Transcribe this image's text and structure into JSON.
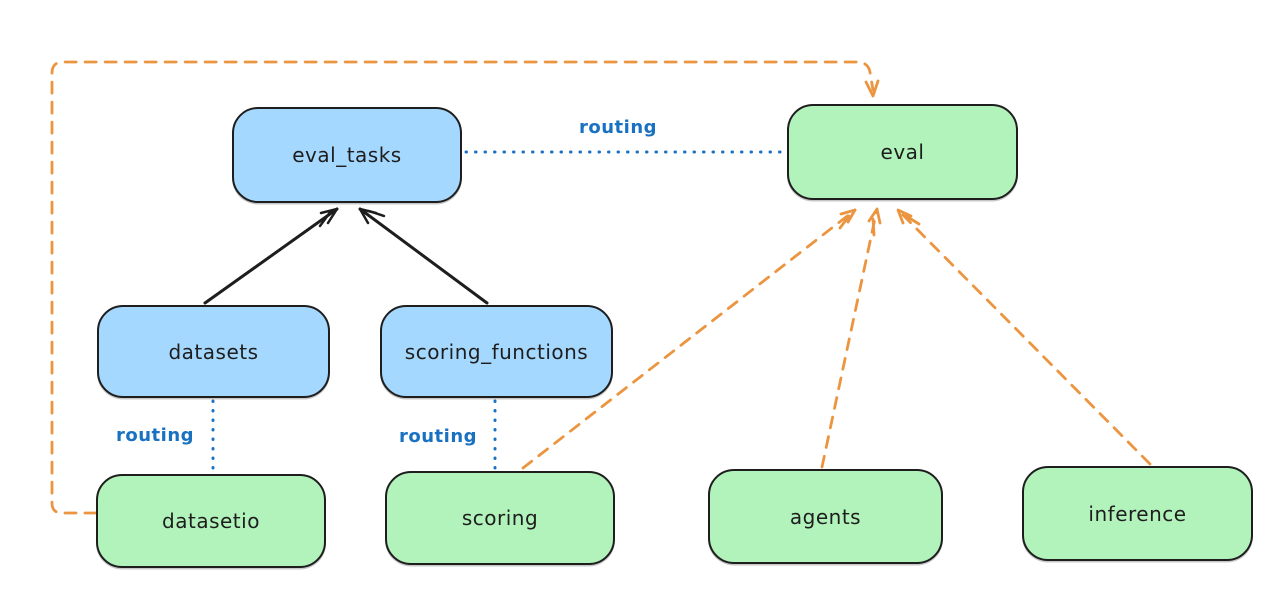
{
  "diagram": {
    "title_hint": "provider routing diagram",
    "colors": {
      "background": "#ffffff",
      "node_stroke": "#1e1e1e",
      "api_node_fill_blue": "#a5d8ff",
      "provider_node_fill_green": "#b2f2bb",
      "routing_link_blue": "#1971c2",
      "provider_arrow_orange": "#ec9540",
      "dependency_arrow_black": "#1e1e1e"
    },
    "nodes": {
      "eval_tasks": {
        "label": "eval_tasks",
        "fill": "#a5d8ff"
      },
      "eval": {
        "label": "eval",
        "fill": "#b2f2bb"
      },
      "datasets": {
        "label": "datasets",
        "fill": "#a5d8ff"
      },
      "scoring_functions": {
        "label": "scoring_functions",
        "fill": "#a5d8ff"
      },
      "datasetio": {
        "label": "datasetio",
        "fill": "#b2f2bb"
      },
      "scoring": {
        "label": "scoring",
        "fill": "#b2f2bb"
      },
      "agents": {
        "label": "agents",
        "fill": "#b2f2bb"
      },
      "inference": {
        "label": "inference",
        "fill": "#b2f2bb"
      }
    },
    "edge_labels": {
      "eval_tasks_eval": "routing",
      "datasets_datasetio": "routing",
      "scoring_functions_scoring": "routing"
    },
    "edges": [
      {
        "from": "datasets",
        "to": "eval_tasks",
        "style": "solid",
        "color": "#1e1e1e",
        "arrow": true,
        "label": ""
      },
      {
        "from": "scoring_functions",
        "to": "eval_tasks",
        "style": "solid",
        "color": "#1e1e1e",
        "arrow": true,
        "label": ""
      },
      {
        "from": "eval_tasks",
        "to": "eval",
        "style": "dotted",
        "color": "#1971c2",
        "arrow": false,
        "label": "routing"
      },
      {
        "from": "datasets",
        "to": "datasetio",
        "style": "dotted",
        "color": "#1971c2",
        "arrow": false,
        "label": "routing"
      },
      {
        "from": "scoring_functions",
        "to": "scoring",
        "style": "dotted",
        "color": "#1971c2",
        "arrow": false,
        "label": "routing"
      },
      {
        "from": "datasetio",
        "to": "eval",
        "style": "dashed",
        "color": "#ec9540",
        "arrow": true,
        "label": ""
      },
      {
        "from": "scoring",
        "to": "eval",
        "style": "dashed",
        "color": "#ec9540",
        "arrow": true,
        "label": ""
      },
      {
        "from": "agents",
        "to": "eval",
        "style": "dashed",
        "color": "#ec9540",
        "arrow": true,
        "label": ""
      },
      {
        "from": "inference",
        "to": "eval",
        "style": "dashed",
        "color": "#ec9540",
        "arrow": true,
        "label": ""
      }
    ]
  }
}
